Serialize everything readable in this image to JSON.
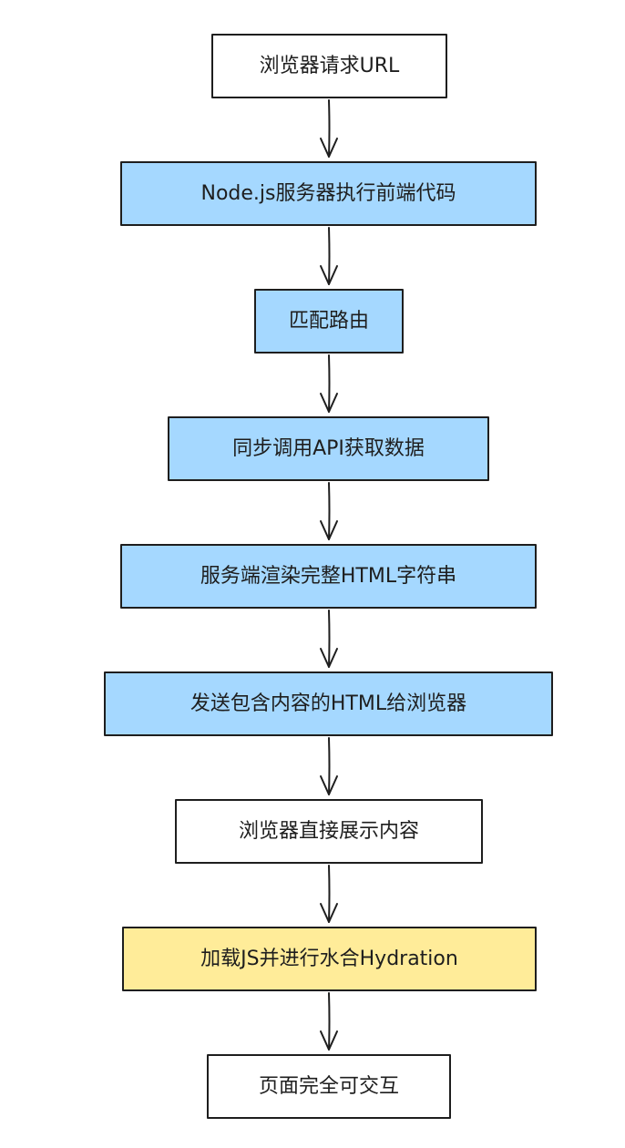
{
  "colors": {
    "white": "#ffffff",
    "blue": "#a5d8ff",
    "yellow": "#ffec99",
    "stroke": "#1e1e1e"
  },
  "steps": [
    {
      "label": "浏览器请求URL",
      "fill": "white"
    },
    {
      "label": "Node.js服务器执行前端代码",
      "fill": "blue"
    },
    {
      "label": "匹配路由",
      "fill": "blue"
    },
    {
      "label": "同步调用API获取数据",
      "fill": "blue"
    },
    {
      "label": "服务端渲染完整HTML字符串",
      "fill": "blue"
    },
    {
      "label": "发送包含内容的HTML给浏览器",
      "fill": "blue"
    },
    {
      "label": "浏览器直接展示内容",
      "fill": "white"
    },
    {
      "label": "加载JS并进行水合Hydration",
      "fill": "yellow"
    },
    {
      "label": "页面完全可交互",
      "fill": "white"
    }
  ]
}
